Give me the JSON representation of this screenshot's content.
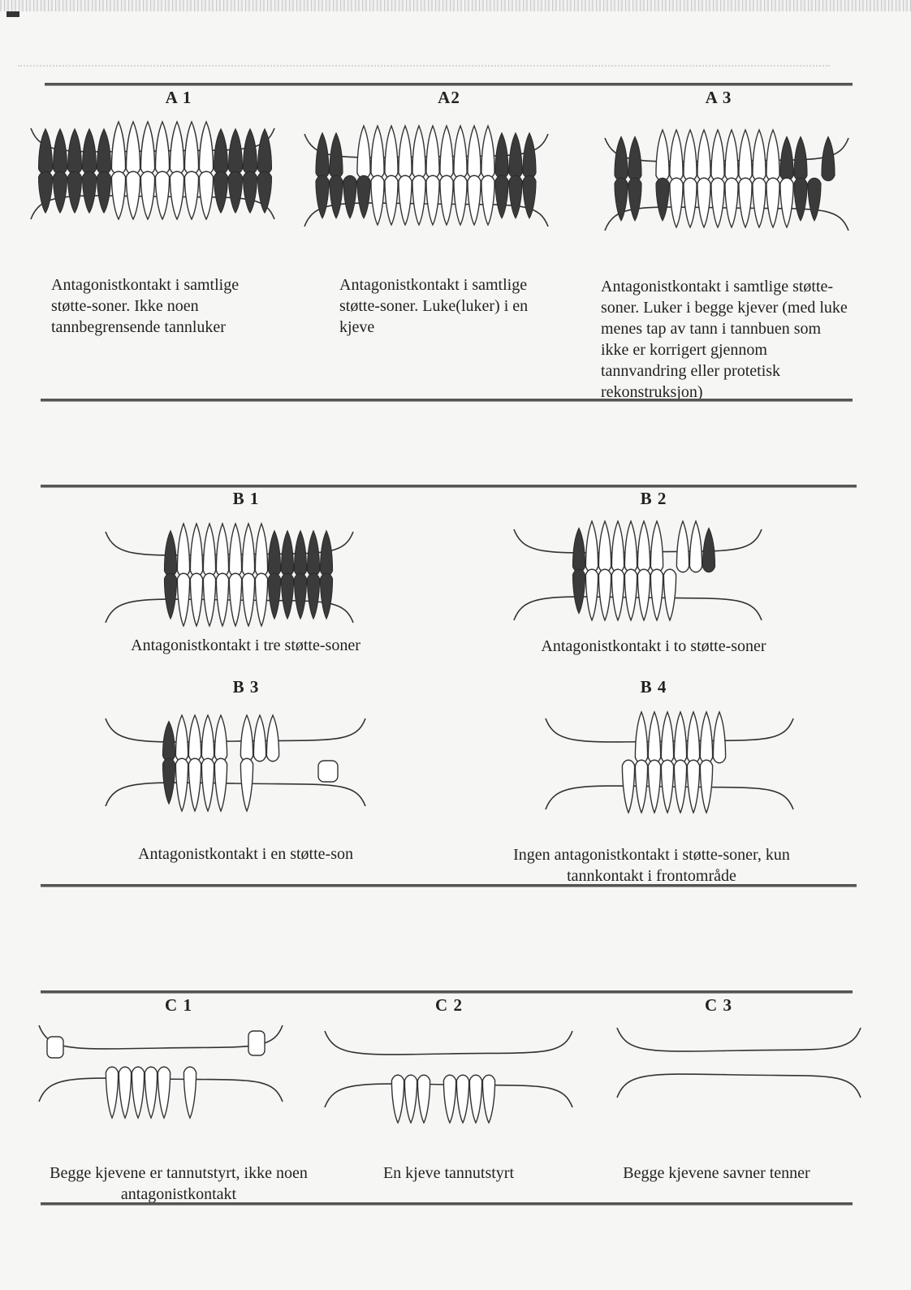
{
  "sections": {
    "A": [
      {
        "code": "A 1",
        "caption": "Antagonistkontakt i samtlige støtte-soner. Ikke noen tannbegrensende tannluker"
      },
      {
        "code": "A2",
        "caption": "Antagonistkontakt i samtlige støtte-soner. Luke(luker) i en kjeve"
      },
      {
        "code": "A 3",
        "caption": "Antagonistkontakt i samtlige støtte-soner. Luker i begge kjever (med luke menes tap av tann i tannbuen som ikke er korrigert gjennom tannvandring eller protetisk rekonstruksjon)"
      }
    ],
    "B": [
      {
        "code": "B 1",
        "caption": "Antagonistkontakt i tre støtte-soner"
      },
      {
        "code": "B 2",
        "caption": "Antagonistkontakt i to støtte-soner"
      },
      {
        "code": "B 3",
        "caption": "Antagonistkontakt i en støtte-son"
      },
      {
        "code": "B 4",
        "caption": "Ingen antagonistkontakt i støtte-soner, kun tannkontakt i frontområde"
      }
    ],
    "C": [
      {
        "code": "C 1",
        "caption": "Begge kjevene er tannutstyrt, ikke noen antagonistkontakt"
      },
      {
        "code": "C 2",
        "caption": "En kjeve tannutstyrt"
      },
      {
        "code": "C 3",
        "caption": "Begge kjevene savner tenner"
      }
    ]
  },
  "colors": {
    "dark_tooth": "#3b3b3b",
    "rule": "#555555",
    "paper": "#f6f6f4"
  }
}
